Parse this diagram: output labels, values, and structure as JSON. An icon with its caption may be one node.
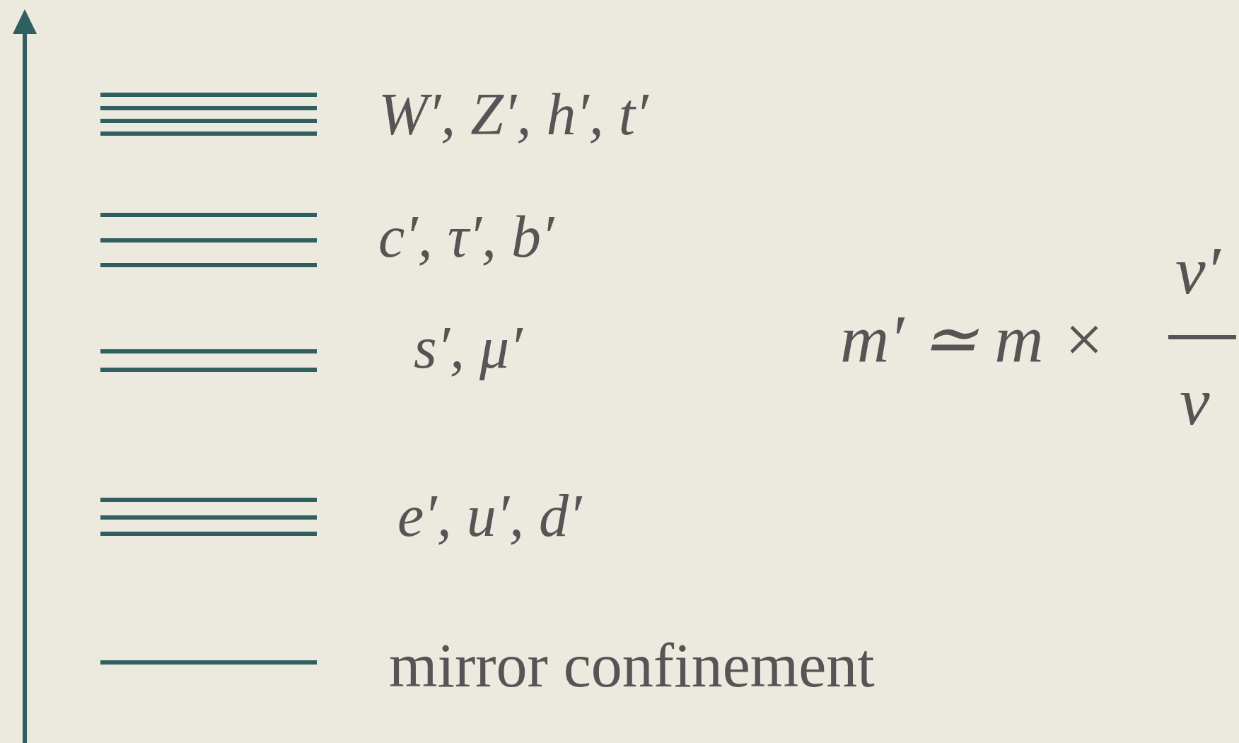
{
  "diagram": {
    "labels": [
      "W′, Z′, h′, t′",
      "c′, τ′, b′",
      "s′, μ′",
      "e′, u′, d′",
      "mirror confinement",
      "m′ ≃ m ×",
      "v′",
      "v"
    ]
  }
}
